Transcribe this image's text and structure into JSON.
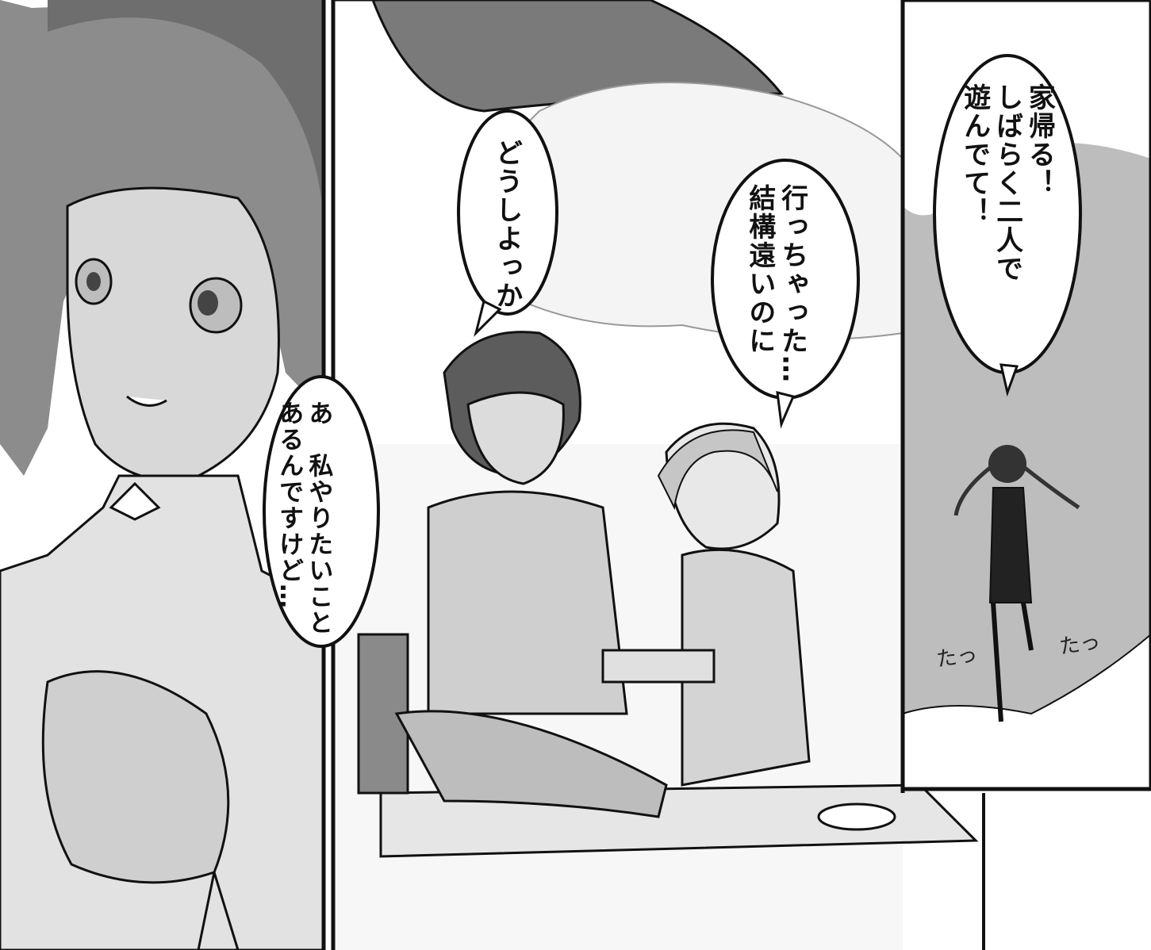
{
  "panels": [
    {
      "name": "left-panel",
      "bubbles": [
        {
          "lines": [
            "あ　私やりたいこと",
            "あるんですけど…"
          ]
        }
      ]
    },
    {
      "name": "middle-panel",
      "bubbles": [
        {
          "lines": [
            "どうしよっか"
          ]
        },
        {
          "lines": [
            "行っちゃった…",
            "結構遠いのに"
          ]
        }
      ]
    },
    {
      "name": "right-panel",
      "bubbles": [
        {
          "lines": [
            "家帰る！",
            "しばらく二人で",
            "遊んでて！"
          ]
        }
      ],
      "sfx": [
        "たっ",
        "たっ"
      ]
    }
  ],
  "colors": {
    "ink": "#111111",
    "tone_light": "#d9d9d9",
    "tone_mid": "#a8a8a8",
    "tone_dark": "#5a5a5a",
    "paper": "#ffffff"
  }
}
